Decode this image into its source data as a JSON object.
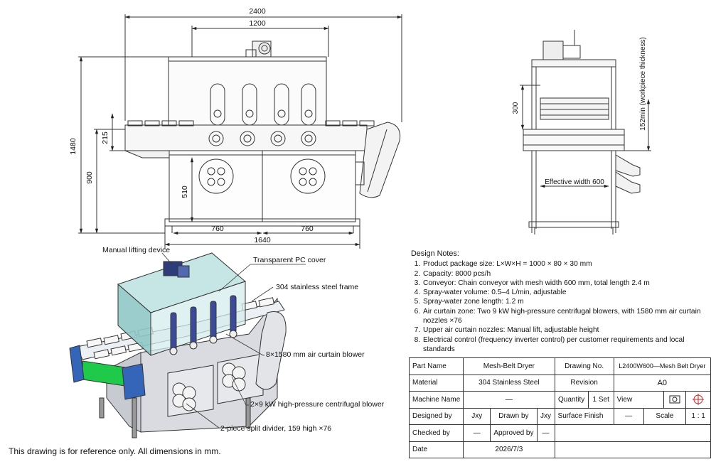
{
  "front_view": {
    "dims": {
      "overall_length": "2400",
      "inner_width": "1200",
      "height": "1480",
      "conveyor_height": "900",
      "top_offset": "215",
      "divider_height": "510",
      "left_bay": "760",
      "right_bay": "760",
      "base_length": "1640"
    }
  },
  "side_view": {
    "dims": {
      "gap": "300",
      "workpiece_thickness": "152min (workpiece thickness)",
      "effective_width": "Effective width 600"
    }
  },
  "iso_callouts": {
    "manual_lifting": "Manual lifting device",
    "pc_cover": "Transparent PC cover",
    "frame": "304 stainless steel frame",
    "air_curtain": "8×1580 mm air curtain blower",
    "blower": "2×9 kW high-pressure centrifugal blower",
    "divider": "2-piece split divider, 159 high ×76"
  },
  "design_notes": {
    "title": "Design Notes:",
    "items": [
      "Product package size: L×W×H = 1000 × 80 × 30 mm",
      "Capacity: 8000 pcs/h",
      "Conveyor: Chain conveyor with mesh width 600 mm, total length 2.4 m",
      "Spray-water volume: 0.5–4 L/min, adjustable",
      "Spray-water zone length: 1.2 m",
      "Air curtain zone: Two 9 kW high-pressure centrifugal blowers, with 1580 mm air curtain nozzles ×76",
      "Upper air curtain nozzles: Manual lift, adjustable height",
      "Electrical control (frequency inverter control) per customer requirements and local standards"
    ]
  },
  "title_block": {
    "part_name_label": "Part Name",
    "part_name": "Mesh-Belt Dryer",
    "drawing_no_label": "Drawing No.",
    "drawing_no": "L2400W600—Mesh Belt Dryer",
    "material_label": "Material",
    "material": "304 Stainless Steel",
    "revision_label": "Revision",
    "revision": "A0",
    "machine_name_label": "Machine Name",
    "machine_name": "—",
    "quantity_label": "Quantity",
    "quantity": "1 Set",
    "view_label": "View",
    "designed_by_label": "Designed by",
    "designed_by": "Jxy",
    "drawn_by_label": "Drawn by",
    "drawn_by": "Jxy",
    "surface_finish_label": "Surface Finish",
    "surface_finish": "—",
    "scale_label": "Scale",
    "scale": "1 : 1",
    "checked_by_label": "Checked by",
    "checked_by": "—",
    "approved_by_label": "Approved by",
    "approved_by": "—",
    "date_label": "Date",
    "date": "2026/7/3"
  },
  "footer": "This drawing is for reference only. All dimensions in mm."
}
